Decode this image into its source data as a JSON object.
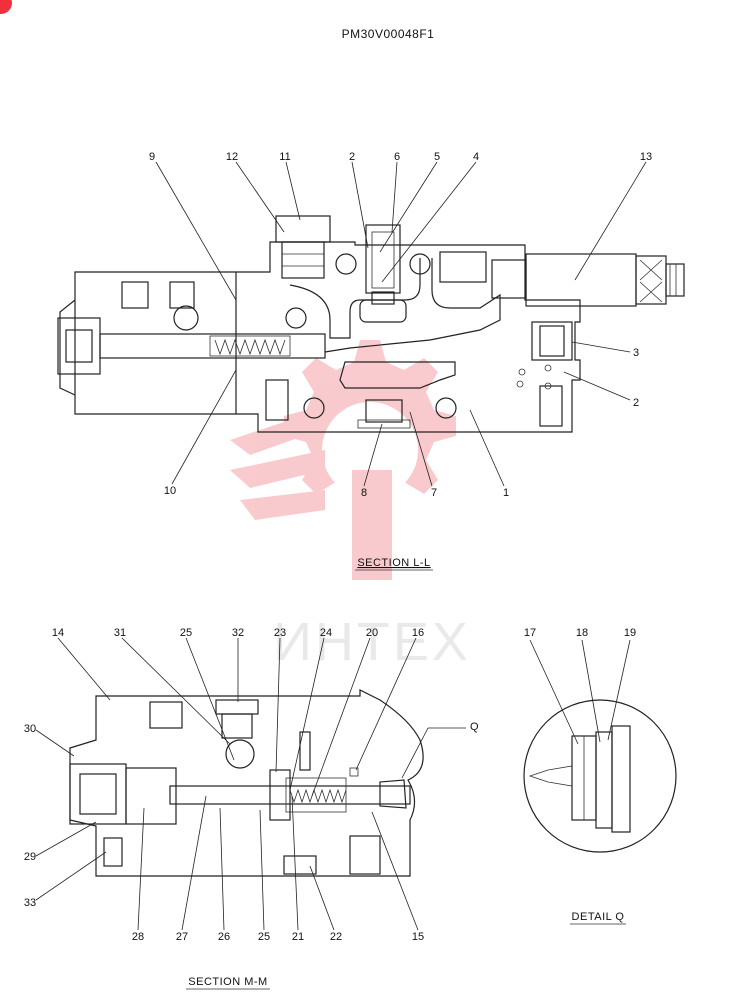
{
  "document_code": "PM30V00048F1",
  "watermark_text": "ИНТЕХ",
  "accent_color": "#f0303a",
  "watermark_gear_color": "#f5a0a6",
  "section_ll": {
    "caption": "SECTION L-L",
    "callouts": [
      "9",
      "12",
      "11",
      "2",
      "6",
      "5",
      "4",
      "13",
      "3",
      "2",
      "10",
      "8",
      "7",
      "1"
    ]
  },
  "section_mm": {
    "caption": "SECTION M-M",
    "callouts": [
      "14",
      "31",
      "25",
      "32",
      "23",
      "24",
      "20",
      "16",
      "Q",
      "30",
      "29",
      "33",
      "28",
      "27",
      "26",
      "25",
      "21",
      "22",
      "15"
    ]
  },
  "detail_q": {
    "caption": "DETAIL Q",
    "callouts": [
      "17",
      "18",
      "19"
    ]
  }
}
